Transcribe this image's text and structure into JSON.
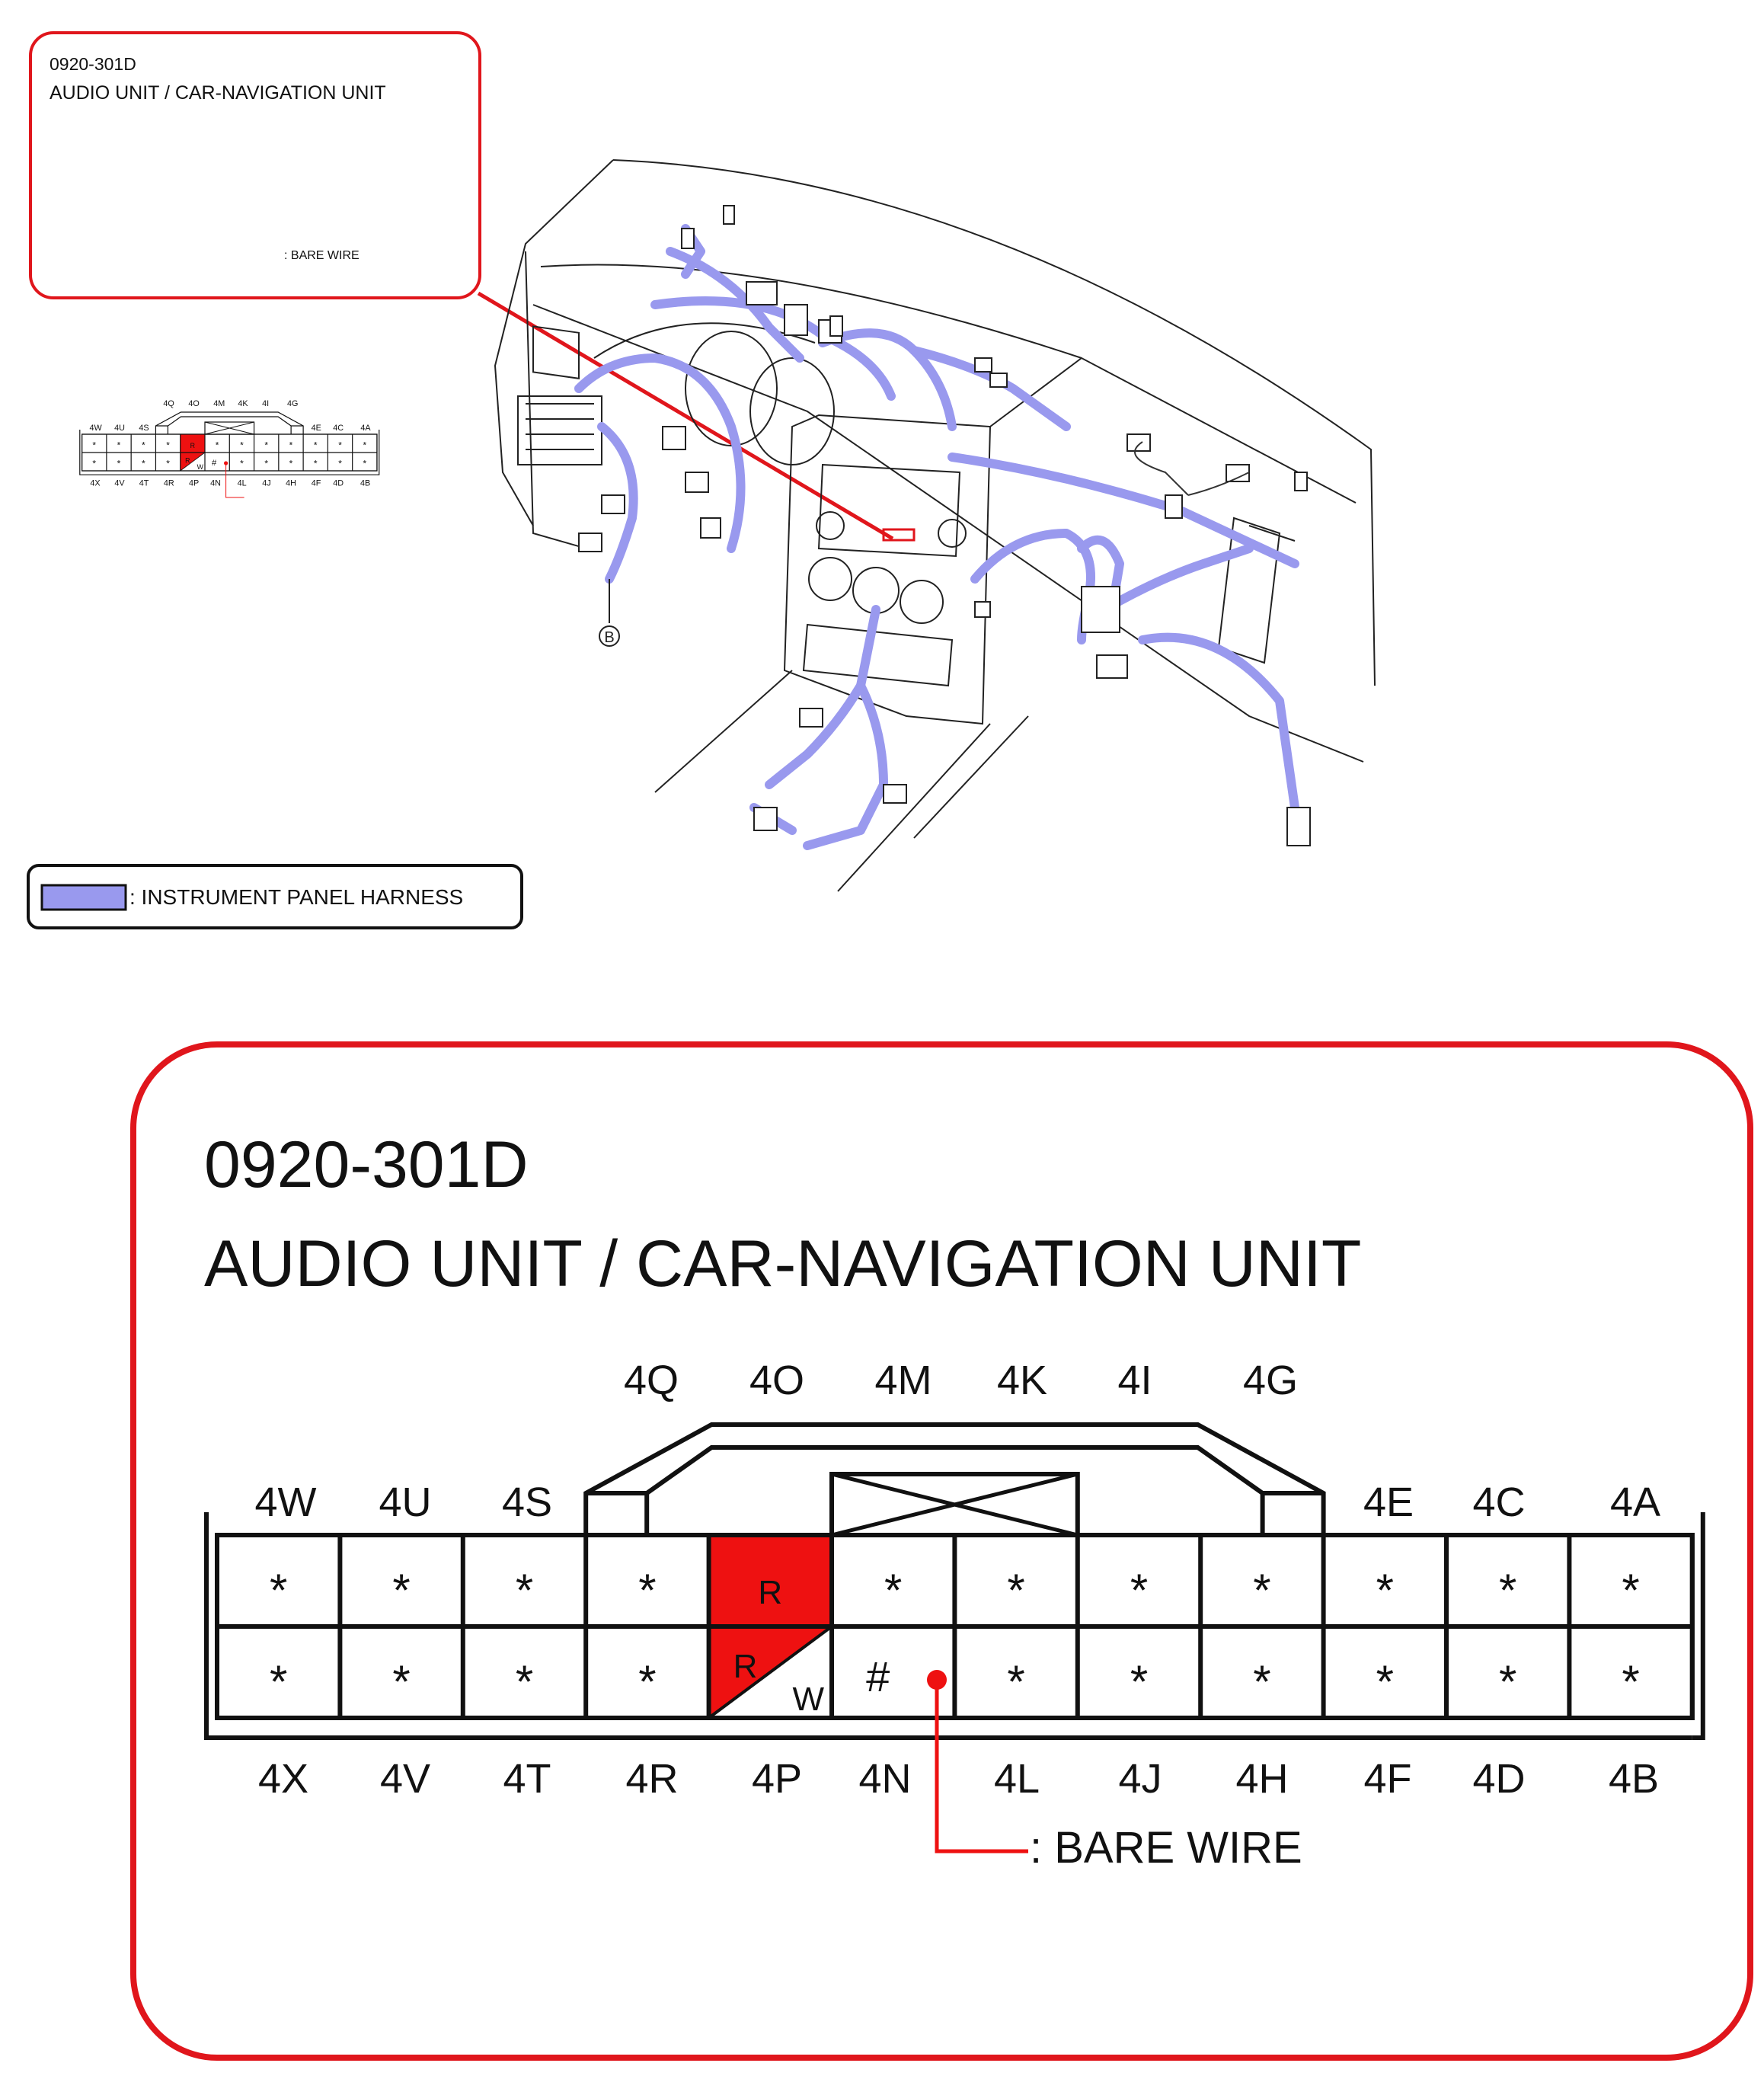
{
  "connector": {
    "id": "0920-301D",
    "name": "AUDIO UNIT / CAR-NAVIGATION UNIT",
    "top_pins": [
      {
        "label": "4W",
        "content": "*",
        "wire": ""
      },
      {
        "label": "4U",
        "content": "*",
        "wire": ""
      },
      {
        "label": "4S",
        "content": "*",
        "wire": ""
      },
      {
        "label": "4Q",
        "content": "*",
        "wire": ""
      },
      {
        "label": "4O",
        "content": "R",
        "wire": "R"
      },
      {
        "label": "4M",
        "content": "*",
        "wire": ""
      },
      {
        "label": "4K",
        "content": "*",
        "wire": ""
      },
      {
        "label": "4I",
        "content": "*",
        "wire": ""
      },
      {
        "label": "4G",
        "content": "*",
        "wire": ""
      },
      {
        "label": "4E",
        "content": "*",
        "wire": ""
      },
      {
        "label": "4C",
        "content": "*",
        "wire": ""
      },
      {
        "label": "4A",
        "content": "*",
        "wire": ""
      }
    ],
    "bottom_pins": [
      {
        "label": "4X",
        "content": "*",
        "wire": ""
      },
      {
        "label": "4V",
        "content": "*",
        "wire": ""
      },
      {
        "label": "4T",
        "content": "*",
        "wire": ""
      },
      {
        "label": "4R",
        "content": "*",
        "wire": ""
      },
      {
        "label": "4P",
        "content": "R",
        "wire": "R/W"
      },
      {
        "label": "4N",
        "content": "#",
        "wire": ""
      },
      {
        "label": "4L",
        "content": "*",
        "wire": ""
      },
      {
        "label": "4J",
        "content": "*",
        "wire": ""
      },
      {
        "label": "4H",
        "content": "*",
        "wire": ""
      },
      {
        "label": "4F",
        "content": "*",
        "wire": ""
      },
      {
        "label": "4D",
        "content": "*",
        "wire": ""
      },
      {
        "label": "4B",
        "content": "*",
        "wire": ""
      }
    ],
    "stripe_char": "W",
    "bare_wire_label": ": BARE WIRE"
  },
  "legend": {
    "harness_label": ": INSTRUMENT PANEL HARNESS",
    "harness_color": "#9999ee"
  },
  "ground_label": "B",
  "colors": {
    "frame": "#e0161c",
    "wire_red": "#ee1111",
    "harness": "#9999ee",
    "line": "#111111"
  }
}
